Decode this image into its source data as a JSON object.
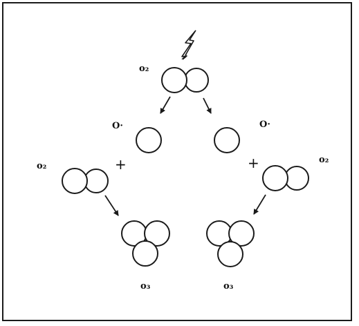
{
  "diagram": {
    "labels": {
      "top_o2": "o₂",
      "o_radical_left": "O·",
      "o_radical_right": "O·",
      "left_o2": "o₂",
      "right_o2": "o₂",
      "ozone_left": "o₃",
      "ozone_right": "o₃",
      "plus_left": "+",
      "plus_right": "+"
    },
    "icons": {
      "energy": "lightning-bolt-icon"
    },
    "colors": {
      "stroke": "#1a1a1a",
      "background": "#ffffff"
    }
  }
}
